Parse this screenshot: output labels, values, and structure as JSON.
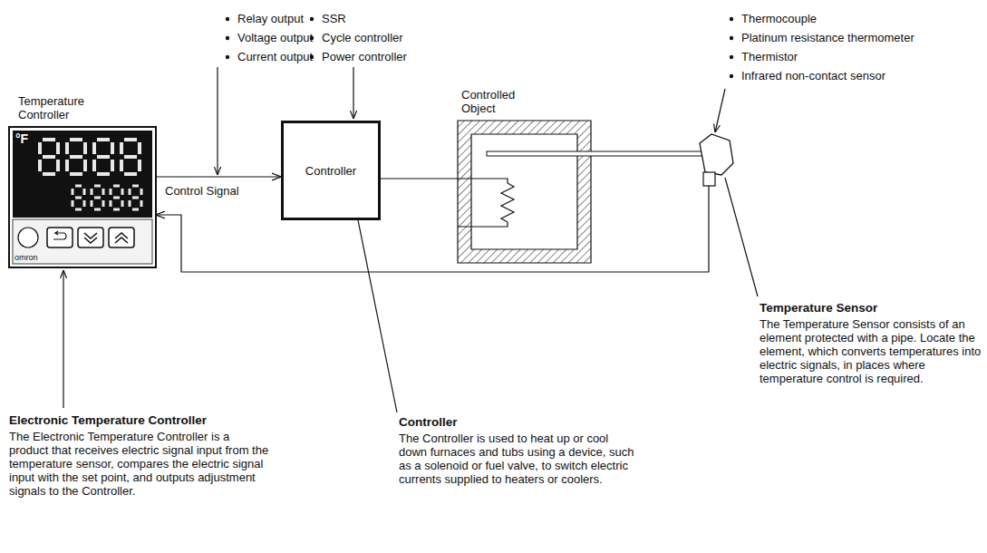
{
  "diagram": {
    "nodes": [
      {
        "text": [
          "Temperature Controller"
        ]
      },
      {
        "text": [
          "Controller"
        ]
      },
      {
        "text": [
          "Controlled Object"
        ]
      }
    ],
    "edges": [
      {
        "from": 0,
        "to": 1,
        "arrow": "to",
        "label": "Control Signal"
      },
      {
        "from": 1,
        "to": 2,
        "arrow": "none"
      },
      {
        "from": 2,
        "to": 0,
        "arrow": "to"
      }
    ],
    "labels": [
      "Relay output",
      "Voltage output",
      "Current output",
      "SSR",
      "Cycle controller",
      "Power controller",
      "Thermocouple",
      "Platinum resistance thermometer",
      "Thermistor",
      "Infrared non-contact sensor",
      "°F",
      "omron",
      "Temperature Sensor",
      "The Temperature Sensor consists of an element protected with a pipe. Locate the element, which converts temperatures into electric signals, in places where temperature control is required.",
      "Electronic Temperature Controller",
      "The Electronic Temperature Controller is a product that receives electric signal input from the temperature sensor, compares the electric signal input with the set point, and outputs adjustment signals to the Controller.",
      "Controller",
      "The Controller is used to heat up or cool down furnaces and tubs using a device, such as a solenoid or fuel valve, to switch electric currents supplied to heaters or coolers."
    ]
  }
}
